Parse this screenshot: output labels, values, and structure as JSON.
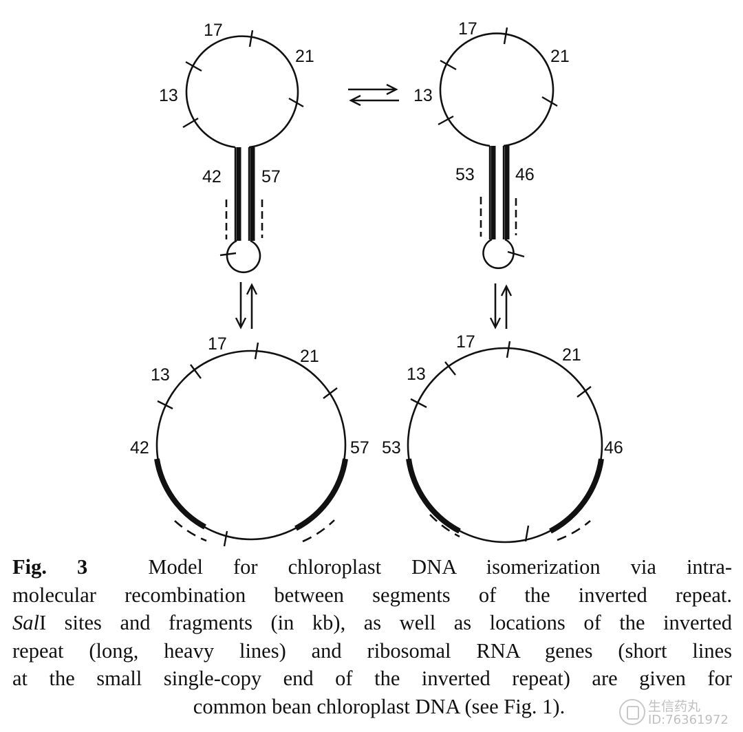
{
  "diagram": {
    "hairpins": [
      {
        "labels": {
          "left_top": "17",
          "right_top": "21",
          "left_mid": "13",
          "stem_left": "42",
          "stem_right": "57"
        }
      },
      {
        "labels": {
          "left_top": "17",
          "right_top": "21",
          "left_mid": "13",
          "stem_left": "53",
          "stem_right": "46"
        }
      }
    ],
    "circles": [
      {
        "labels": {
          "top": "17",
          "top_right": "21",
          "upper_left": "13",
          "left": "42",
          "right": "57"
        }
      },
      {
        "labels": {
          "top": "17",
          "top_right": "21",
          "upper_left": "13",
          "left": "53",
          "right": "46"
        }
      }
    ]
  },
  "caption": {
    "label": "Fig. 3",
    "line1": "Model for chloroplast DNA isomerization via intra-",
    "line2": "molecular recombination between segments of the inverted repeat.",
    "line3_italic": "Sal",
    "line3_rest": "I sites and fragments (in kb), as well as locations of the inverted",
    "line4": "repeat (long, heavy lines) and ribosomal RNA genes (short lines",
    "line5": "at the small single-copy end of the inverted repeat) are given for",
    "line6": "common bean chloroplast DNA (see Fig. 1)."
  },
  "watermark": {
    "name": "生信药丸",
    "id": "ID:76361972"
  }
}
